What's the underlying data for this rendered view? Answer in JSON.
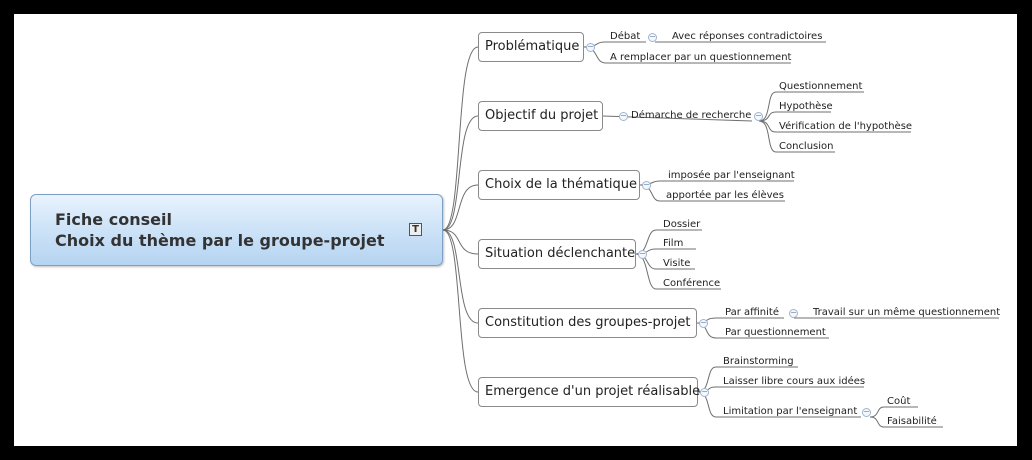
{
  "root": {
    "line1": "Fiche conseil",
    "line2": "Choix du thème par le groupe-projet",
    "note_icon": "text-note-icon",
    "note_glyph": "T"
  },
  "collapse_glyph": "−",
  "branches": [
    {
      "label": "Problématique",
      "children": [
        {
          "label": "Débat",
          "children": [
            {
              "label": "Avec réponses contradictoires"
            }
          ]
        },
        {
          "label": "A remplacer par un questionnement"
        }
      ]
    },
    {
      "label": "Objectif du projet",
      "children": [
        {
          "label": "Démarche de recherche",
          "children": [
            {
              "label": "Questionnement"
            },
            {
              "label": "Hypothèse"
            },
            {
              "label": "Vérification de l'hypothèse"
            },
            {
              "label": "Conclusion"
            }
          ]
        }
      ]
    },
    {
      "label": "Choix de la thématique",
      "children": [
        {
          "label": "imposée par l'enseignant"
        },
        {
          "label": "apportée par les élèves"
        }
      ]
    },
    {
      "label": "Situation déclenchante",
      "children": [
        {
          "label": "Dossier"
        },
        {
          "label": "Film"
        },
        {
          "label": "Visite"
        },
        {
          "label": "Conférence"
        }
      ]
    },
    {
      "label": "Constitution des groupes-projet",
      "children": [
        {
          "label": "Par affinité",
          "children": [
            {
              "label": "Travail sur un même questionnement"
            }
          ]
        },
        {
          "label": "Par questionnement"
        }
      ]
    },
    {
      "label": "Emergence d'un projet réalisable",
      "children": [
        {
          "label": "Brainstorming"
        },
        {
          "label": "Laisser libre cours aux idées"
        },
        {
          "label": "Limitation par l'enseignant",
          "children": [
            {
              "label": "Coût"
            },
            {
              "label": "Faisabilité"
            }
          ]
        }
      ]
    }
  ]
}
